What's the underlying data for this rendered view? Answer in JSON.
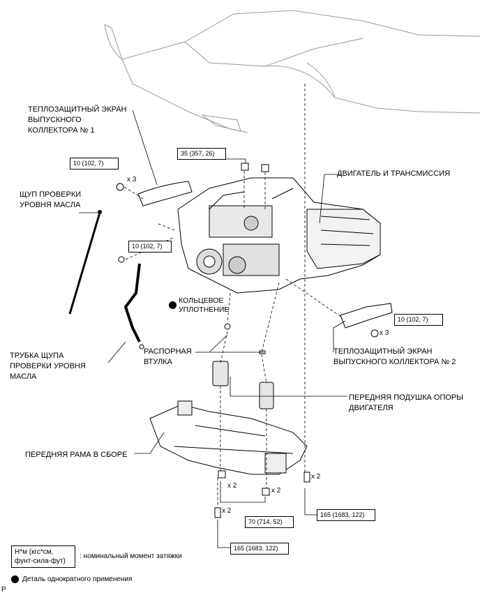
{
  "labels": {
    "heat_shield_1": "ТЕПЛОЗАЩИТНЫЙ ЭКРАН\nВЫПУСКНОГО\nКОЛЛЕКТОРА № 1",
    "engine_transmission": "ДВИГАТЕЛЬ И ТРАНСМИССИЯ",
    "dipstick": "ЩУП ПРОВЕРКИ\nУРОВНЯ МАСЛА",
    "o_ring": "КОЛЬЦЕВОЕ\nУПЛОТНЕНИЕ",
    "dipstick_tube": "ТРУБКА ЩУПА\nПРОВЕРКИ УРОВНЯ\nМАСЛА",
    "spacer": "РАСПОРНАЯ\nВТУЛКА",
    "heat_shield_2": "ТЕПЛОЗАЩИТНЫЙ ЭКРАН\nВЫПУСКНОГО КОЛЛЕКТОРА № 2",
    "front_mount": "ПЕРЕДНЯЯ ПОДУШКА ОПОРЫ\nДВИГАТЕЛЯ",
    "front_frame": "ПЕРЕДНЯЯ РАМА В СБОРЕ"
  },
  "torque": {
    "t1": "10 (102, 7)",
    "t2": "35 (357, 26)",
    "t3": "10 (102, 7)",
    "t4": "10 (102, 7)",
    "t5": "70 (714, 52)",
    "t6": "165 (1683, 122)",
    "t7": "165 (1683, 122)"
  },
  "quantities": {
    "q1": "x 3",
    "q2": "x 3",
    "q3": "x 2",
    "q4": "x 2",
    "q5": "x 2",
    "q6": "x 2"
  },
  "legend": {
    "unit_box": "Н*м (кгс*см,\nфунт-сила-фут)",
    "unit_desc": ": номинальный момент затяжки",
    "single_use": "Деталь однократного применения"
  },
  "corner_mark": "P"
}
